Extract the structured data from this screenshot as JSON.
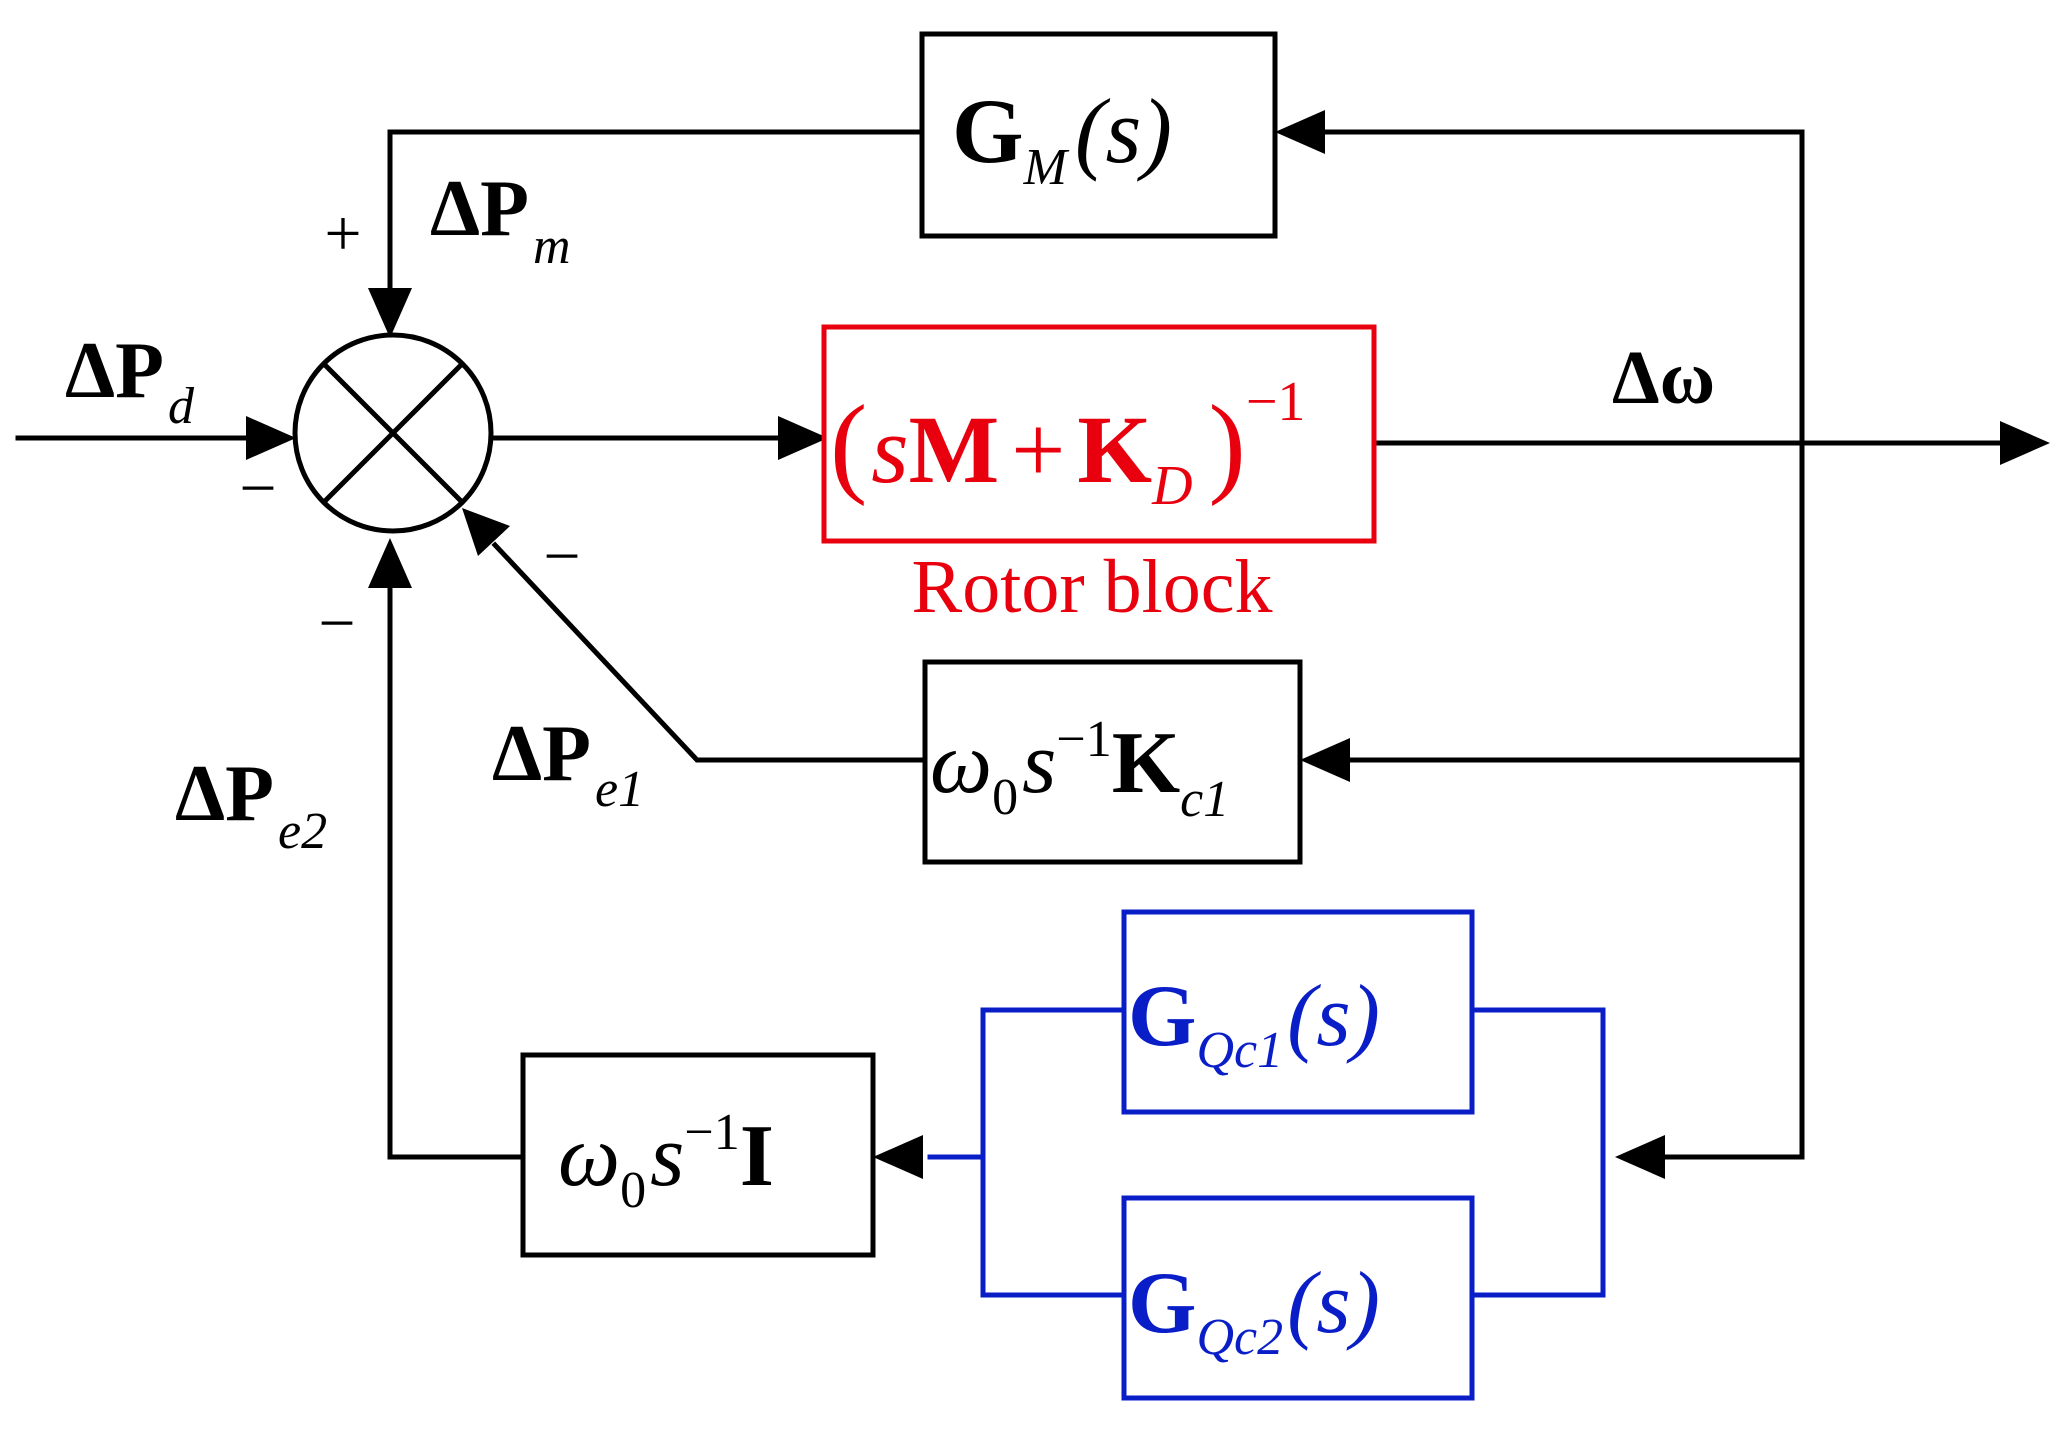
{
  "colors": {
    "default": "#000000",
    "rotor": "#e8000f",
    "compensator": "#0a1ec8"
  },
  "blocks": {
    "gm": {
      "main": "G",
      "sub": "M",
      "arg": "(s)"
    },
    "rotor": {
      "lparen": "(",
      "s": "s",
      "M": "M",
      "plus": "+",
      "K": "K",
      "D": "D",
      "rparen": ")",
      "sup": "−1",
      "caption": "Rotor block"
    },
    "kc1": {
      "w": "ω",
      "w_sub": "0",
      "s": "s",
      "s_sup": "−1",
      "K": "K",
      "K_sub": "c1"
    },
    "gqc1": {
      "main": "G",
      "sub": "Qc1",
      "arg": "(s)"
    },
    "gqc2": {
      "main": "G",
      "sub": "Qc2",
      "arg": "(s)"
    },
    "integ": {
      "w": "ω",
      "w_sub": "0",
      "s": "s",
      "s_sup": "−1",
      "I": "I"
    }
  },
  "signals": {
    "pm": {
      "delta": "Δ",
      "P": "P",
      "sub": "m"
    },
    "pd": {
      "delta": "Δ",
      "P": "P",
      "sub": "d"
    },
    "pe1": {
      "delta": "Δ",
      "P": "P",
      "sub": "e1"
    },
    "pe2": {
      "delta": "Δ",
      "P": "P",
      "sub": "e2"
    },
    "omega": "Δω"
  },
  "signs": {
    "top": "+",
    "left": "−",
    "diag": "−",
    "bottom": "−"
  }
}
